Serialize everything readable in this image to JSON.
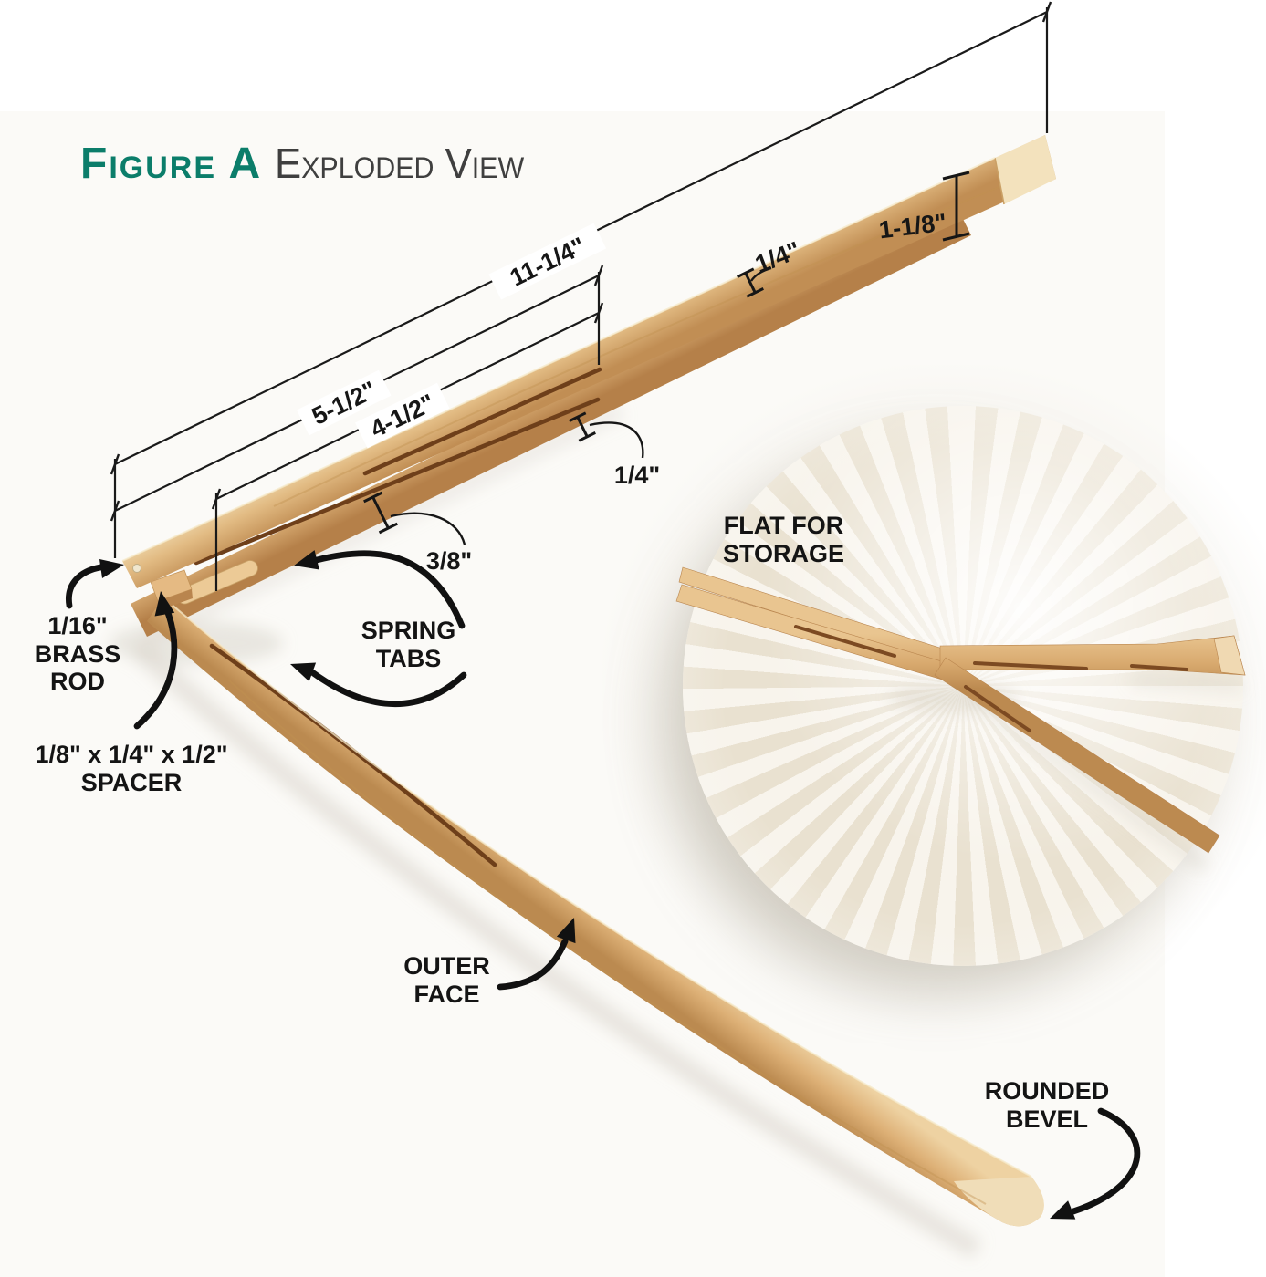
{
  "figure": {
    "label": "Figure A",
    "title": "Exploded View"
  },
  "dimensions": {
    "overall_length": "11-1/4\"",
    "slot_to_end": "5-1/2\"",
    "slot_length": "4-1/2\"",
    "tip_width": "1-1/8\"",
    "offset_top": "1/4\"",
    "offset_mid": "1/4\"",
    "tab_width": "3/8\""
  },
  "labels": {
    "brass_rod": {
      "lines": [
        "1/16\"",
        "BRASS",
        "ROD"
      ]
    },
    "spacer": {
      "lines": [
        "1/8\" x 1/4\" x 1/2\"",
        "SPACER"
      ]
    },
    "spring_tabs": {
      "lines": [
        "SPRING",
        "TABS"
      ]
    },
    "flat_for_storage": {
      "lines": [
        "FLAT FOR",
        "STORAGE"
      ]
    },
    "outer_face": {
      "lines": [
        "OUTER",
        "FACE"
      ]
    },
    "rounded_bevel": {
      "lines": [
        "ROUNDED",
        "BEVEL"
      ]
    }
  },
  "colors": {
    "accent_teal": "#0b7d6a",
    "ink": "#161616",
    "wood_light": "#f1dcb2",
    "wood_mid": "#ddb076",
    "wood_dark": "#bb8a50",
    "slot_groove": "#6e3f1a",
    "paper_light": "#f8f4ec",
    "paper_shade": "#e9e1d0",
    "background": "#ffffff"
  }
}
